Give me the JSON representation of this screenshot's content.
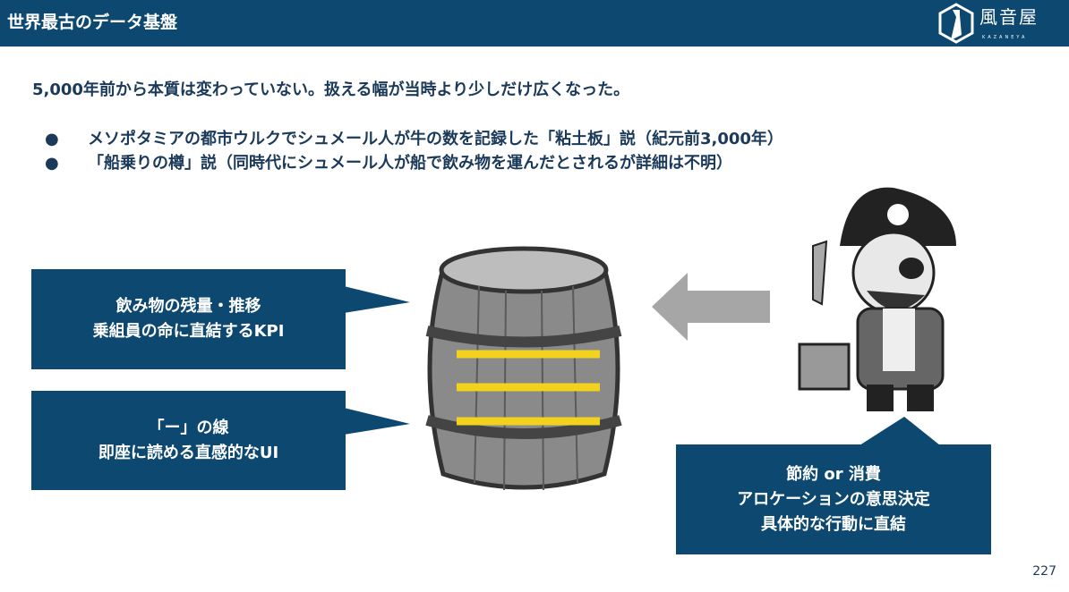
{
  "header": {
    "title": "世界最古のデータ基盤",
    "logo_text": "風音屋",
    "logo_sub": "KAZANEYA"
  },
  "lead": "5,000年前から本質は変わっていない。扱える幅が当時より少しだけ広くなった。",
  "bullets": [
    {
      "marker": "●",
      "text": "メソポタミアの都市ウルクでシュメール人が牛の数を記録した「粘土板」説（紀元前3,000年）"
    },
    {
      "marker": "●",
      "text": "「船乗りの樽」説（同時代にシュメール人が船で飲み物を運んだとされるが詳細は不明）"
    }
  ],
  "callouts": {
    "kpi": {
      "line1": "飲み物の残量・推移",
      "line2": "乗組員の命に直結するKPI"
    },
    "ui": {
      "line1": "「ー」の線",
      "line2": "即座に読める直感的なUI"
    },
    "action": {
      "line1": "節約 or 消費",
      "line2": "アロケーションの意思決定",
      "line3": "具体的な行動に直結"
    }
  },
  "page_number": "227",
  "colors": {
    "navy": "#0d4870",
    "mark": "#f2d21c",
    "arrow": "#a6a6a6"
  }
}
